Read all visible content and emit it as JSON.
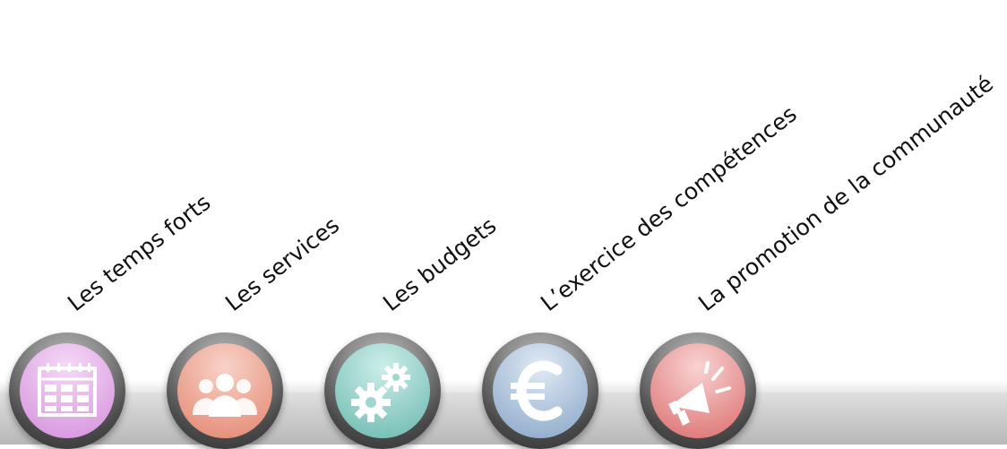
{
  "items": [
    {
      "label": "Les temps forts",
      "icon": "calendar-icon",
      "color": "#e6b9e9"
    },
    {
      "label": "Les services",
      "icon": "people-icon",
      "color": "#f0b3a3"
    },
    {
      "label": "Les budgets",
      "icon": "gears-icon",
      "color": "#9fd7d0"
    },
    {
      "label": "L’exercice des compétences",
      "icon": "euro-icon",
      "color": "#b8cbe1"
    },
    {
      "label": "La promotion de la communauté",
      "icon": "megaphone-icon",
      "color": "#f3a8a8"
    }
  ]
}
